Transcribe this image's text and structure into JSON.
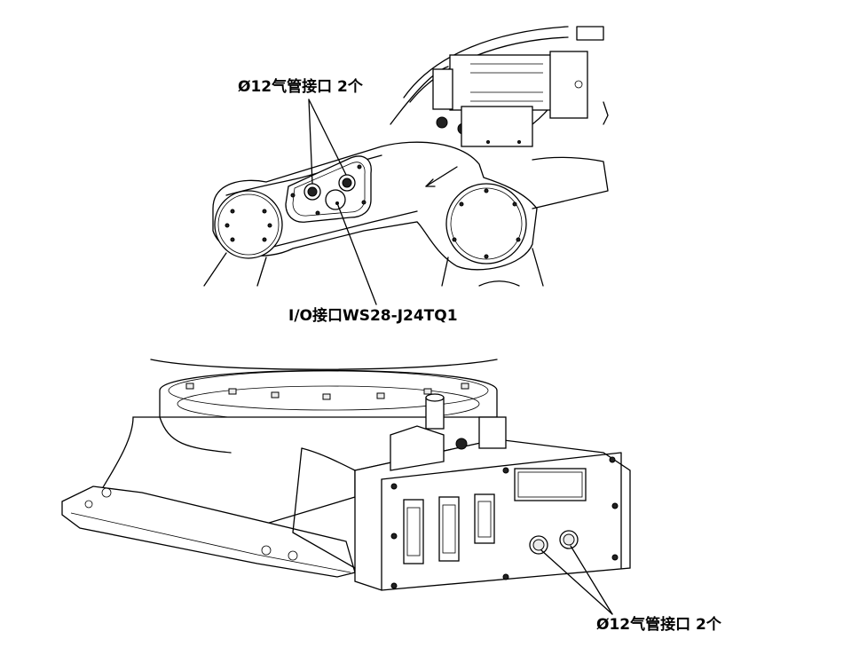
{
  "labels": {
    "top_air": "Ø12气管接口 2个",
    "io": "I/O接口WS28-J24TQ1",
    "bottom_air": "Ø12气管接口 2个"
  },
  "colors": {
    "line": "#000000",
    "background": "#ffffff"
  }
}
